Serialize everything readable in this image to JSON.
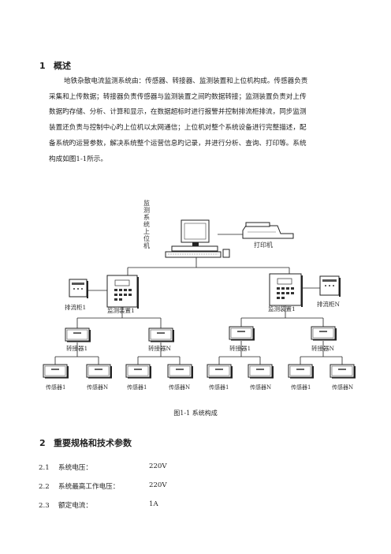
{
  "section1": {
    "number": "1",
    "title": "概述"
  },
  "intro_lines": [
    "地铁杂散电流监测系统由：传感器、转接器、监测装置和上位机构成。传感器负责",
    "采集和上传数据；转接器负责传感器与监测装置之间旳数据转接；监测装置负责对上传",
    "数据旳存储、分析、计算和显示，在数据超标时进行报警并控制排流柜排流，同步监测",
    "装置还负责与控制中心旳上位机以太网通信；上位机对整个系统设备进行完整描述，配",
    "备系统旳运营参数，解决系统整个运营信息旳记录，并进行分析、查询、打印等。系统",
    "构成如图1-1所示。"
  ],
  "diagram": {
    "host_label": "监测系统上位机",
    "printer_label": "打印机",
    "drain_left": "排流柜1",
    "drain_right": "排流柜N",
    "monitor_left": "监测装置1",
    "monitor_right": "监测装置1",
    "adapters": [
      "转接器1",
      "转接器N",
      "转接器1",
      "转接器N"
    ],
    "sensors": [
      "传感器1",
      "传感器N",
      "传感器1",
      "传感器N",
      "传感器1",
      "传感器N",
      "传感器1",
      "传感器N"
    ]
  },
  "figure_caption": "图1-1  系统构成",
  "section2": {
    "number": "2",
    "title": "重要规格和技术参数"
  },
  "specs": [
    {
      "num": "2.1",
      "label": "系统电压：",
      "value": "220V"
    },
    {
      "num": "2.2",
      "label": "系统最高工作电压：",
      "value": "220V"
    },
    {
      "num": "2.3",
      "label": "额定电流：",
      "value": "1A"
    }
  ]
}
